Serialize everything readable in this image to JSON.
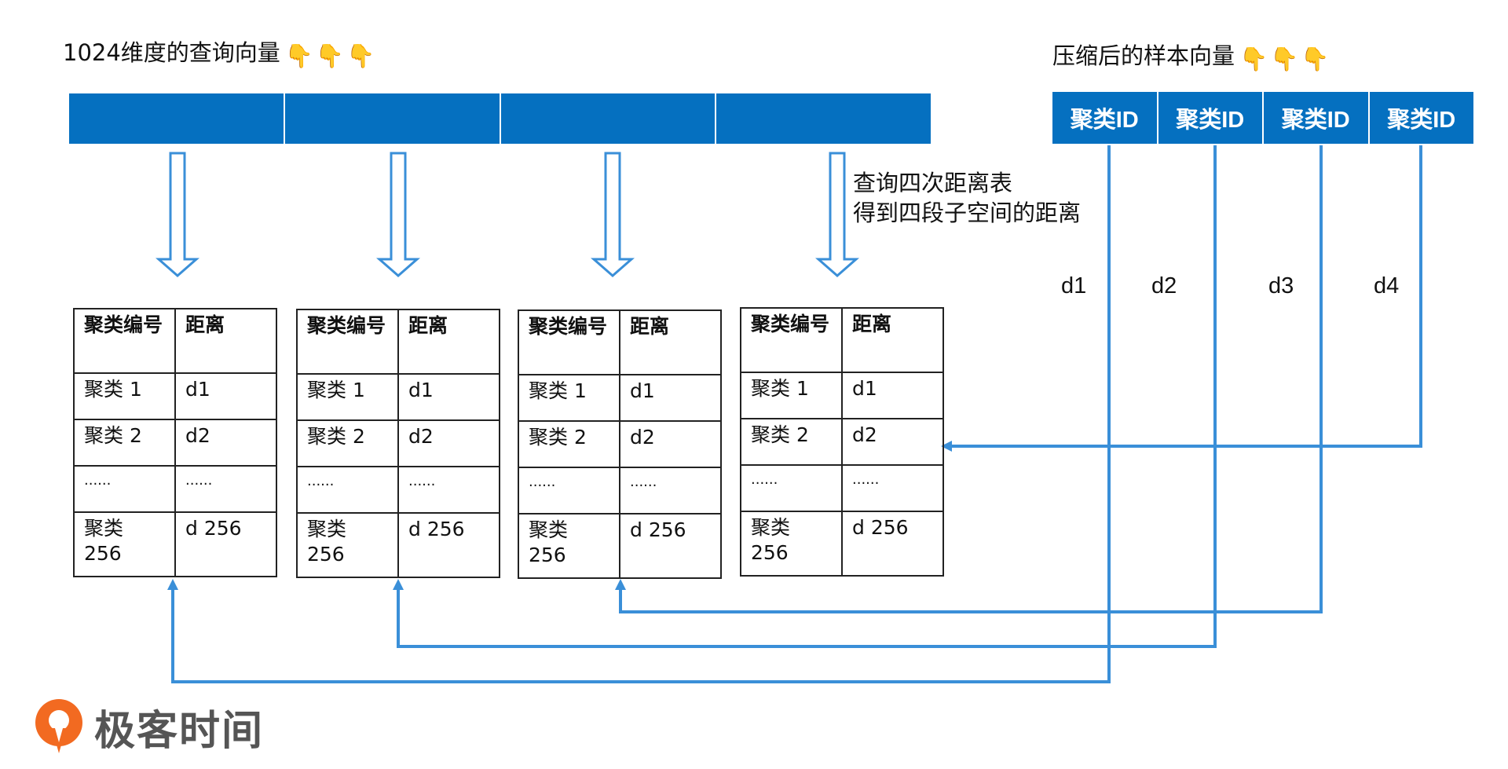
{
  "query_title": "1024维度的查询向量",
  "sample_title": "压缩后的样本向量",
  "pointing_emoji": "👇",
  "sample_segments": [
    "聚类ID",
    "聚类ID",
    "聚类ID",
    "聚类ID"
  ],
  "note": [
    "查询四次距离表",
    "得到四段子空间的距离"
  ],
  "d_labels": [
    "d1",
    "d2",
    "d3",
    "d4"
  ],
  "table": {
    "header": [
      "聚类编号",
      "距离"
    ],
    "rows": [
      [
        "聚类 1",
        "d1"
      ],
      [
        "聚类 2",
        "d2"
      ],
      [
        "......",
        "......"
      ],
      [
        "聚类 256",
        "d 256"
      ]
    ]
  },
  "logo_text": "极客时间",
  "colors": {
    "bar_blue": "#0570c0",
    "arrow_blue": "#3a8fd8",
    "logo_orange": "#f26a21"
  }
}
